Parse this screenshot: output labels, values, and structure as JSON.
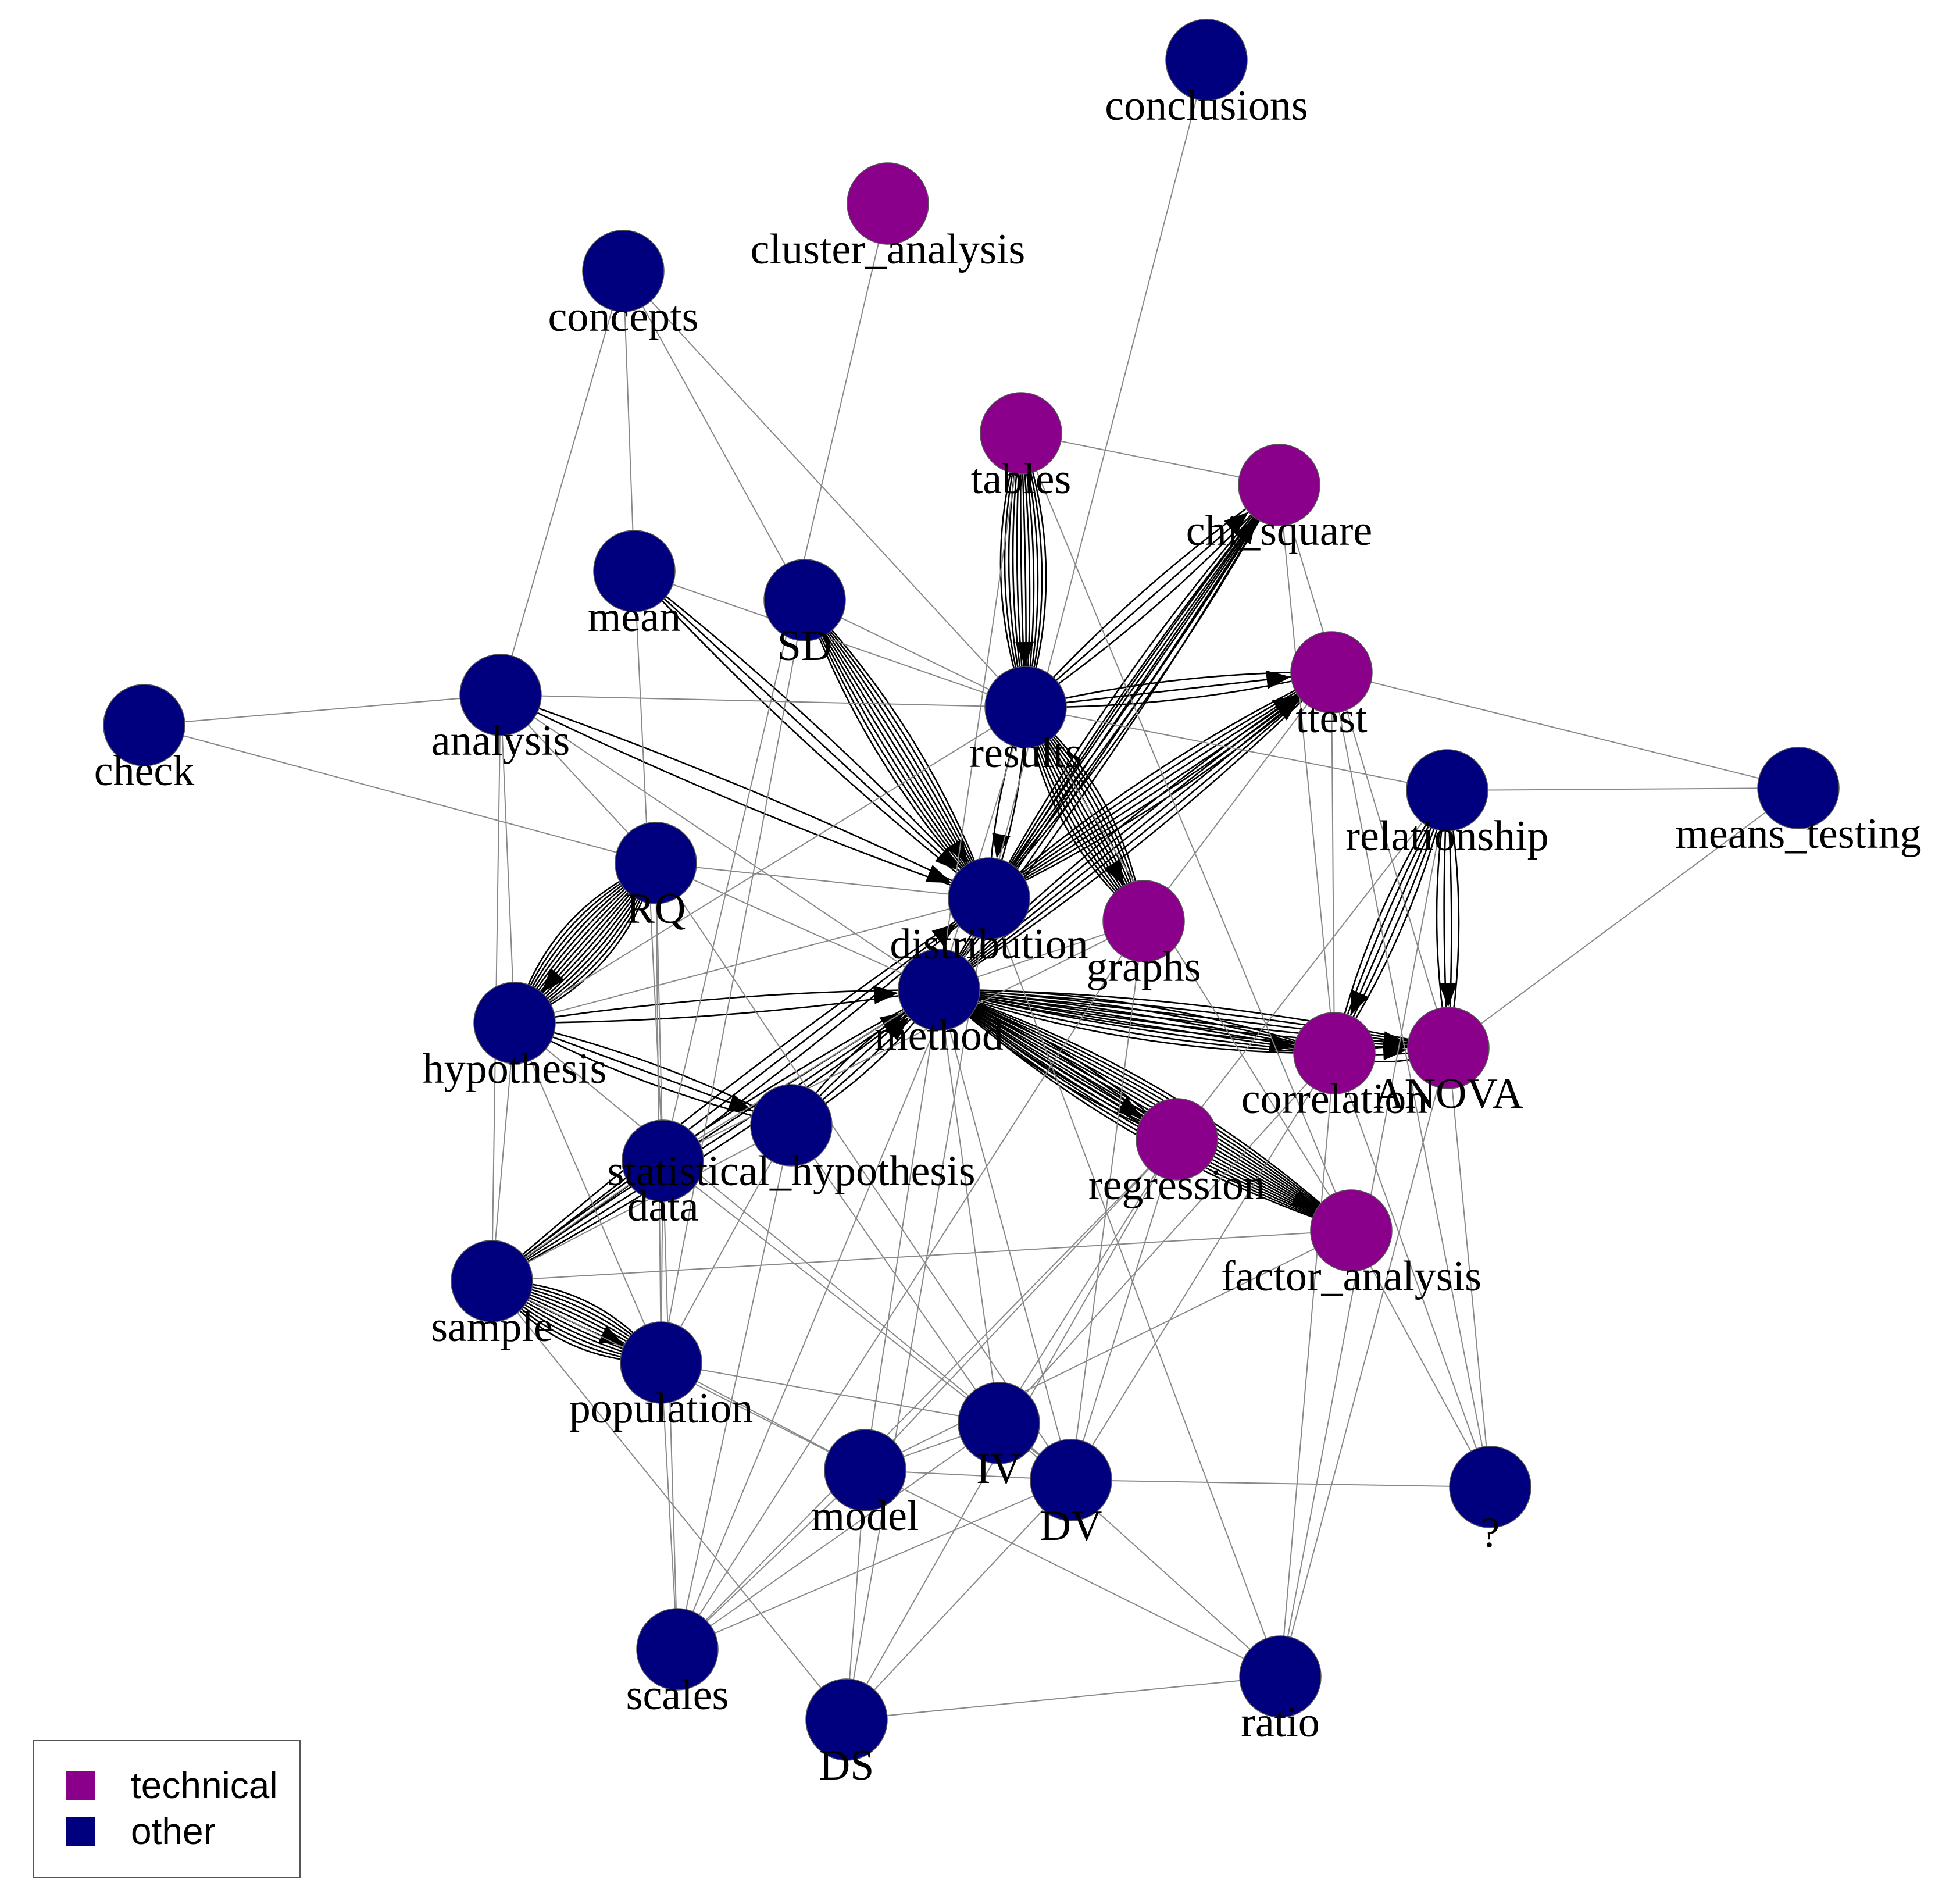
{
  "colors": {
    "technical": "#8B008B",
    "other": "#00007F",
    "edge": "#888888",
    "strong_edge": "#000000"
  },
  "legend": {
    "items": [
      {
        "label": "technical",
        "color": "#8B008B"
      },
      {
        "label": "other",
        "color": "#00007F"
      }
    ]
  },
  "nodes": [
    {
      "id": "conclusions",
      "label": "conclusions",
      "group": "other"
    },
    {
      "id": "cluster_analysis",
      "label": "cluster_analysis",
      "group": "technical"
    },
    {
      "id": "concepts",
      "label": "concepts",
      "group": "other"
    },
    {
      "id": "tables",
      "label": "tables",
      "group": "technical"
    },
    {
      "id": "chi_square",
      "label": "chi_square",
      "group": "technical"
    },
    {
      "id": "mean",
      "label": "mean",
      "group": "other"
    },
    {
      "id": "SD",
      "label": "SD",
      "group": "other"
    },
    {
      "id": "ttest",
      "label": "ttest",
      "group": "technical"
    },
    {
      "id": "check",
      "label": "check",
      "group": "other"
    },
    {
      "id": "analysis",
      "label": "analysis",
      "group": "other"
    },
    {
      "id": "results",
      "label": "results",
      "group": "other"
    },
    {
      "id": "relationship",
      "label": "relationship",
      "group": "other"
    },
    {
      "id": "means_testing",
      "label": "means_testing",
      "group": "other"
    },
    {
      "id": "RQ",
      "label": "RQ",
      "group": "other"
    },
    {
      "id": "distribution",
      "label": "distribution",
      "group": "other"
    },
    {
      "id": "graphs",
      "label": "graphs",
      "group": "technical"
    },
    {
      "id": "hypothesis",
      "label": "hypothesis",
      "group": "other"
    },
    {
      "id": "method",
      "label": "method",
      "group": "other"
    },
    {
      "id": "correlation",
      "label": "correlation",
      "group": "technical"
    },
    {
      "id": "ANOVA",
      "label": "ANOVA",
      "group": "technical"
    },
    {
      "id": "statistical_hypothesis",
      "label": "statistical_hypothesis",
      "group": "other"
    },
    {
      "id": "data",
      "label": "data",
      "group": "other"
    },
    {
      "id": "regression",
      "label": "regression",
      "group": "technical"
    },
    {
      "id": "factor_analysis",
      "label": "factor_analysis",
      "group": "technical"
    },
    {
      "id": "sample",
      "label": "sample",
      "group": "other"
    },
    {
      "id": "population",
      "label": "population",
      "group": "other"
    },
    {
      "id": "IV",
      "label": "IV",
      "group": "other"
    },
    {
      "id": "model",
      "label": "model",
      "group": "other"
    },
    {
      "id": "DV",
      "label": "DV",
      "group": "other"
    },
    {
      "id": "?",
      "label": "?",
      "group": "other"
    },
    {
      "id": "scales",
      "label": "scales",
      "group": "other"
    },
    {
      "id": "DS",
      "label": "DS",
      "group": "other"
    },
    {
      "id": "ratio",
      "label": "ratio",
      "group": "other"
    }
  ],
  "edges": [
    {
      "source": "tables",
      "target": "results",
      "weight": 12
    },
    {
      "source": "results",
      "target": "graphs",
      "weight": 12
    },
    {
      "source": "RQ",
      "target": "hypothesis",
      "weight": 14
    },
    {
      "source": "sample",
      "target": "population",
      "weight": 12
    },
    {
      "source": "SD",
      "target": "distribution",
      "weight": 9
    },
    {
      "source": "mean",
      "target": "distribution",
      "weight": 3
    },
    {
      "source": "analysis",
      "target": "distribution",
      "weight": 2
    },
    {
      "source": "distribution",
      "target": "chi_square",
      "weight": 6
    },
    {
      "source": "distribution",
      "target": "ttest",
      "weight": 6
    },
    {
      "source": "method",
      "target": "chi_square",
      "weight": 4
    },
    {
      "source": "method",
      "target": "ttest",
      "weight": 5
    },
    {
      "source": "method",
      "target": "correlation",
      "weight": 8
    },
    {
      "source": "method",
      "target": "ANOVA",
      "weight": 6
    },
    {
      "source": "method",
      "target": "regression",
      "weight": 6
    },
    {
      "source": "method",
      "target": "factor_analysis",
      "weight": 14
    },
    {
      "source": "relationship",
      "target": "correlation",
      "weight": 5
    },
    {
      "source": "relationship",
      "target": "ANOVA",
      "weight": 4
    },
    {
      "source": "correlation",
      "target": "ANOVA",
      "weight": 4
    },
    {
      "source": "results",
      "target": "chi_square",
      "weight": 3
    },
    {
      "source": "results",
      "target": "ttest",
      "weight": 3
    },
    {
      "source": "results",
      "target": "distribution",
      "weight": 2
    },
    {
      "source": "sample",
      "target": "method",
      "weight": 4
    },
    {
      "source": "sample",
      "target": "distribution",
      "weight": 3
    },
    {
      "source": "hypothesis",
      "target": "statistical_hypothesis",
      "weight": 3
    },
    {
      "source": "statistical_hypothesis",
      "target": "method",
      "weight": 4
    },
    {
      "source": "hypothesis",
      "target": "method",
      "weight": 2
    },
    {
      "source": "conclusions",
      "target": "distribution",
      "weight": 1
    },
    {
      "source": "cluster_analysis",
      "target": "data",
      "weight": 1
    },
    {
      "source": "concepts",
      "target": "mean",
      "weight": 1
    },
    {
      "source": "concepts",
      "target": "SD",
      "weight": 1
    },
    {
      "source": "concepts",
      "target": "analysis",
      "weight": 1
    },
    {
      "source": "concepts",
      "target": "results",
      "weight": 1
    },
    {
      "source": "tables",
      "target": "chi_square",
      "weight": 1
    },
    {
      "source": "tables",
      "target": "method",
      "weight": 1
    },
    {
      "source": "tables",
      "target": "factor_analysis",
      "weight": 1
    },
    {
      "source": "chi_square",
      "target": "ANOVA",
      "weight": 1
    },
    {
      "source": "chi_square",
      "target": "correlation",
      "weight": 1
    },
    {
      "source": "check",
      "target": "analysis",
      "weight": 1
    },
    {
      "source": "check",
      "target": "RQ",
      "weight": 1
    },
    {
      "source": "analysis",
      "target": "results",
      "weight": 1
    },
    {
      "source": "analysis",
      "target": "RQ",
      "weight": 1
    },
    {
      "source": "analysis",
      "target": "hypothesis",
      "weight": 1
    },
    {
      "source": "analysis",
      "target": "sample",
      "weight": 1
    },
    {
      "source": "analysis",
      "target": "method",
      "weight": 1
    },
    {
      "source": "ttest",
      "target": "means_testing",
      "weight": 1
    },
    {
      "source": "ttest",
      "target": "graphs",
      "weight": 1
    },
    {
      "source": "ttest",
      "target": "correlation",
      "weight": 1
    },
    {
      "source": "ttest",
      "target": "?",
      "weight": 1
    },
    {
      "source": "relationship",
      "target": "means_testing",
      "weight": 1
    },
    {
      "source": "relationship",
      "target": "results",
      "weight": 1
    },
    {
      "source": "relationship",
      "target": "regression",
      "weight": 1
    },
    {
      "source": "relationship",
      "target": "ratio",
      "weight": 1
    },
    {
      "source": "ANOVA",
      "target": "means_testing",
      "weight": 1
    },
    {
      "source": "ANOVA",
      "target": "ratio",
      "weight": 1
    },
    {
      "source": "ANOVA",
      "target": "?",
      "weight": 1
    },
    {
      "source": "RQ",
      "target": "distribution",
      "weight": 1
    },
    {
      "source": "RQ",
      "target": "data",
      "weight": 1
    },
    {
      "source": "RQ",
      "target": "population",
      "weight": 1
    },
    {
      "source": "RQ",
      "target": "DV",
      "weight": 1
    },
    {
      "source": "RQ",
      "target": "method",
      "weight": 1
    },
    {
      "source": "mean",
      "target": "data",
      "weight": 1
    },
    {
      "source": "mean",
      "target": "results",
      "weight": 1
    },
    {
      "source": "SD",
      "target": "results",
      "weight": 1
    },
    {
      "source": "SD",
      "target": "population",
      "weight": 1
    },
    {
      "source": "results",
      "target": "hypothesis",
      "weight": 1
    },
    {
      "source": "results",
      "target": "method",
      "weight": 1
    },
    {
      "source": "results",
      "target": "factor_analysis",
      "weight": 1
    },
    {
      "source": "graphs",
      "target": "method",
      "weight": 1
    },
    {
      "source": "graphs",
      "target": "data",
      "weight": 1
    },
    {
      "source": "graphs",
      "target": "DV",
      "weight": 1
    },
    {
      "source": "graphs",
      "target": "scales",
      "weight": 1
    },
    {
      "source": "method",
      "target": "IV",
      "weight": 1
    },
    {
      "source": "method",
      "target": "DV",
      "weight": 1
    },
    {
      "source": "method",
      "target": "model",
      "weight": 1
    },
    {
      "source": "method",
      "target": "data",
      "weight": 1
    },
    {
      "source": "regression",
      "target": "IV",
      "weight": 1
    },
    {
      "source": "regression",
      "target": "DV",
      "weight": 1
    },
    {
      "source": "regression",
      "target": "model",
      "weight": 1
    },
    {
      "source": "regression",
      "target": "scales",
      "weight": 1
    },
    {
      "source": "regression",
      "target": "DS",
      "weight": 1
    },
    {
      "source": "correlation",
      "target": "IV",
      "weight": 1
    },
    {
      "source": "correlation",
      "target": "DV",
      "weight": 1
    },
    {
      "source": "correlation",
      "target": "ratio",
      "weight": 1
    },
    {
      "source": "factor_analysis",
      "target": "?",
      "weight": 1
    },
    {
      "source": "factor_analysis",
      "target": "model",
      "weight": 1
    },
    {
      "source": "factor_analysis",
      "target": "sample",
      "weight": 1
    },
    {
      "source": "hypothesis",
      "target": "sample",
      "weight": 1
    },
    {
      "source": "hypothesis",
      "target": "population",
      "weight": 1
    },
    {
      "source": "hypothesis",
      "target": "distribution",
      "weight": 1
    },
    {
      "source": "hypothesis",
      "target": "DV",
      "weight": 1
    },
    {
      "source": "statistical_hypothesis",
      "target": "sample",
      "weight": 1
    },
    {
      "source": "statistical_hypothesis",
      "target": "population",
      "weight": 1
    },
    {
      "source": "statistical_hypothesis",
      "target": "IV",
      "weight": 1
    },
    {
      "source": "statistical_hypothesis",
      "target": "scales",
      "weight": 1
    },
    {
      "source": "data",
      "target": "population",
      "weight": 1
    },
    {
      "source": "data",
      "target": "scales",
      "weight": 1
    },
    {
      "source": "data",
      "target": "sample",
      "weight": 1
    },
    {
      "source": "data",
      "target": "DV",
      "weight": 1
    },
    {
      "source": "sample",
      "target": "model",
      "weight": 1
    },
    {
      "source": "sample",
      "target": "DS",
      "weight": 1
    },
    {
      "source": "population",
      "target": "IV",
      "weight": 1
    },
    {
      "source": "population",
      "target": "scales",
      "weight": 1
    },
    {
      "source": "population",
      "target": "model",
      "weight": 1
    },
    {
      "source": "IV",
      "target": "DV",
      "weight": 1
    },
    {
      "source": "IV",
      "target": "model",
      "weight": 1
    },
    {
      "source": "IV",
      "target": "scales",
      "weight": 1
    },
    {
      "source": "IV",
      "target": "ratio",
      "weight": 1
    },
    {
      "source": "model",
      "target": "DV",
      "weight": 1
    },
    {
      "source": "model",
      "target": "scales",
      "weight": 1
    },
    {
      "source": "model",
      "target": "DS",
      "weight": 1
    },
    {
      "source": "DV",
      "target": "?",
      "weight": 1
    },
    {
      "source": "DV",
      "target": "scales",
      "weight": 1
    },
    {
      "source": "DV",
      "target": "DS",
      "weight": 1
    },
    {
      "source": "DS",
      "target": "ratio",
      "weight": 1
    },
    {
      "source": "ratio",
      "target": "model",
      "weight": 1
    },
    {
      "source": "ratio",
      "target": "distribution",
      "weight": 1
    },
    {
      "source": "scales",
      "target": "distribution",
      "weight": 1
    },
    {
      "source": "DS",
      "target": "distribution",
      "weight": 1
    },
    {
      "source": "?",
      "target": "correlation",
      "weight": 1
    }
  ]
}
